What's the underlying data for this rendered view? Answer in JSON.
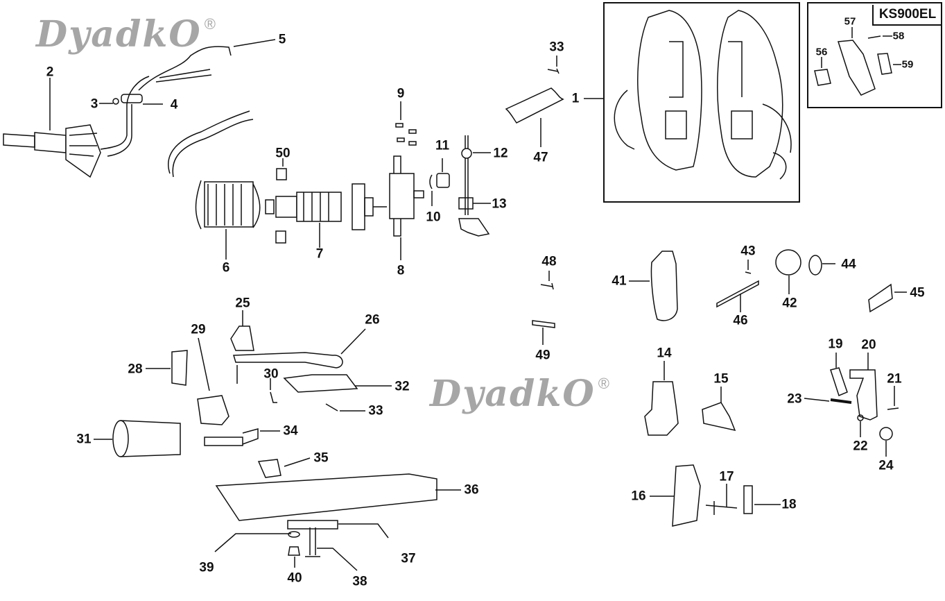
{
  "watermark": {
    "text": "DyadkO",
    "registered": "®"
  },
  "model_box": {
    "label": "KS900EL"
  },
  "colors": {
    "line": "#111111",
    "watermark": "#a6a6a6",
    "background": "#ffffff"
  },
  "parts": [
    {
      "id": "1",
      "label": "1"
    },
    {
      "id": "2",
      "label": "2"
    },
    {
      "id": "3",
      "label": "3"
    },
    {
      "id": "4",
      "label": "4"
    },
    {
      "id": "5",
      "label": "5"
    },
    {
      "id": "6",
      "label": "6"
    },
    {
      "id": "7",
      "label": "7"
    },
    {
      "id": "8",
      "label": "8"
    },
    {
      "id": "9",
      "label": "9"
    },
    {
      "id": "10",
      "label": "10"
    },
    {
      "id": "11",
      "label": "11"
    },
    {
      "id": "12",
      "label": "12"
    },
    {
      "id": "13",
      "label": "13"
    },
    {
      "id": "14",
      "label": "14"
    },
    {
      "id": "15",
      "label": "15"
    },
    {
      "id": "16",
      "label": "16"
    },
    {
      "id": "17",
      "label": "17"
    },
    {
      "id": "18",
      "label": "18"
    },
    {
      "id": "19",
      "label": "19"
    },
    {
      "id": "20",
      "label": "20"
    },
    {
      "id": "21",
      "label": "21"
    },
    {
      "id": "22",
      "label": "22"
    },
    {
      "id": "23",
      "label": "23"
    },
    {
      "id": "24",
      "label": "24"
    },
    {
      "id": "25",
      "label": "25"
    },
    {
      "id": "26",
      "label": "26"
    },
    {
      "id": "28",
      "label": "28"
    },
    {
      "id": "29",
      "label": "29"
    },
    {
      "id": "30",
      "label": "30"
    },
    {
      "id": "31",
      "label": "31"
    },
    {
      "id": "32",
      "label": "32"
    },
    {
      "id": "33a",
      "label": "33"
    },
    {
      "id": "33b",
      "label": "33"
    },
    {
      "id": "34",
      "label": "34"
    },
    {
      "id": "35",
      "label": "35"
    },
    {
      "id": "36",
      "label": "36"
    },
    {
      "id": "37",
      "label": "37"
    },
    {
      "id": "38",
      "label": "38"
    },
    {
      "id": "39",
      "label": "39"
    },
    {
      "id": "40",
      "label": "40"
    },
    {
      "id": "41",
      "label": "41"
    },
    {
      "id": "42",
      "label": "42"
    },
    {
      "id": "43",
      "label": "43"
    },
    {
      "id": "44",
      "label": "44"
    },
    {
      "id": "45",
      "label": "45"
    },
    {
      "id": "46",
      "label": "46"
    },
    {
      "id": "47",
      "label": "47"
    },
    {
      "id": "48",
      "label": "48"
    },
    {
      "id": "49",
      "label": "49"
    },
    {
      "id": "50",
      "label": "50"
    },
    {
      "id": "56",
      "label": "56"
    },
    {
      "id": "57",
      "label": "57"
    },
    {
      "id": "58",
      "label": "58"
    },
    {
      "id": "59",
      "label": "59"
    }
  ]
}
